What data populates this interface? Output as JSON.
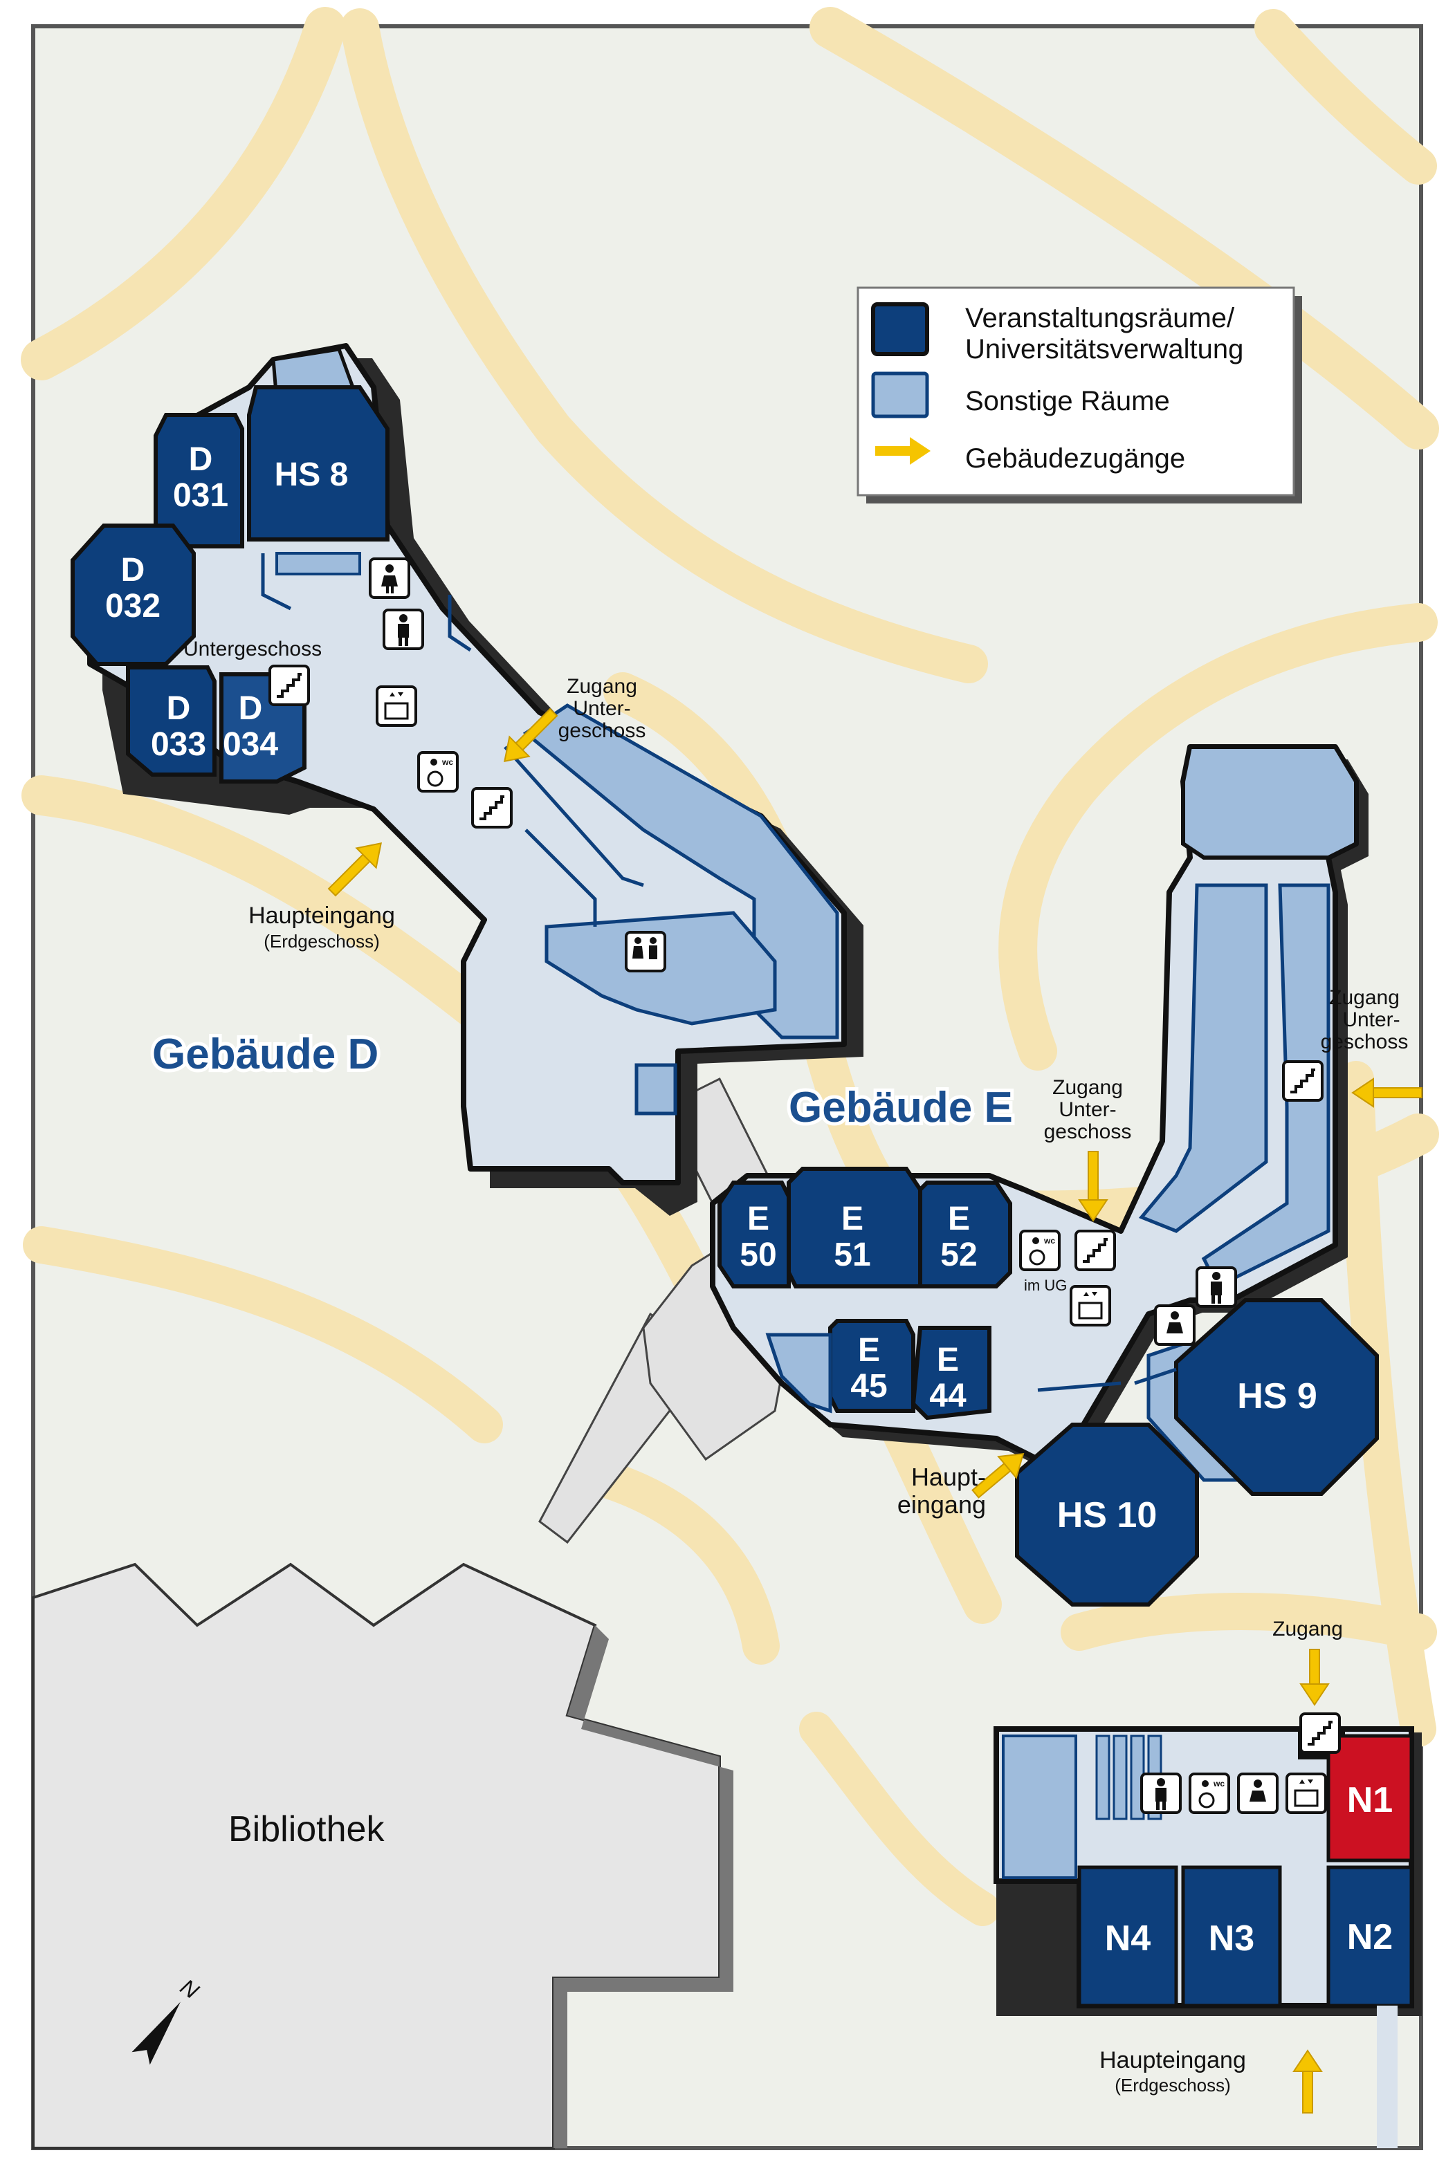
{
  "colors": {
    "background": "#eef0ea",
    "paths": "#f6e4b3",
    "event_rooms": "#0d3f7c",
    "other_rooms": "#9fbcdc",
    "corridor": "#d9e2ec",
    "library": "#e6e6e6",
    "access_arrow": "#f5c400",
    "highlight_room": "#cc1122"
  },
  "legend": {
    "event_rooms_line1": "Veranstaltungsräume/",
    "event_rooms_line2": "Universitätsverwaltung",
    "other_rooms": "Sonstige Räume",
    "entrances": "Gebäudezugänge"
  },
  "buildings": {
    "d": "Gebäude D",
    "e": "Gebäude E",
    "library": "Bibliothek"
  },
  "rooms": {
    "hs8": "HS 8",
    "d031_a": "D",
    "d031_b": "031",
    "d032_a": "D",
    "d032_b": "032",
    "d033_a": "D",
    "d033_b": "033",
    "d034_a": "D",
    "d034_b": "034",
    "e50_a": "E",
    "e50_b": "50",
    "e51_a": "E",
    "e51_b": "51",
    "e52_a": "E",
    "e52_b": "52",
    "e45_a": "E",
    "e45_b": "45",
    "e44_a": "E",
    "e44_b": "44",
    "hs9": "HS 9",
    "hs10": "HS 10",
    "n1": "N1",
    "n2": "N2",
    "n3": "N3",
    "n4": "N4"
  },
  "labels": {
    "untergeschoss": "Untergeschoss",
    "zugang_ug_d_1": "Zugang",
    "zugang_ug_d_2": "Unter-",
    "zugang_ug_d_3": "geschoss",
    "haupteingang_d_1": "Haupteingang",
    "haupteingang_d_2": "(Erdgeschoss)",
    "zugang_ug_e1_1": "Zugang",
    "zugang_ug_e1_2": "Unter-",
    "zugang_ug_e1_3": "geschoss",
    "zugang_ug_e2_1": "Zugang",
    "zugang_ug_e2_2": "Unter-",
    "zugang_ug_e2_3": "geschoss",
    "im_ug": "im UG",
    "haupteingang_e_1": "Haupt-",
    "haupteingang_e_2": "eingang",
    "zugang_n": "Zugang",
    "haupteingang_n_1": "Haupteingang",
    "haupteingang_n_2": "(Erdgeschoss)",
    "north": "N"
  },
  "icons": {
    "wc_small": "wc"
  }
}
